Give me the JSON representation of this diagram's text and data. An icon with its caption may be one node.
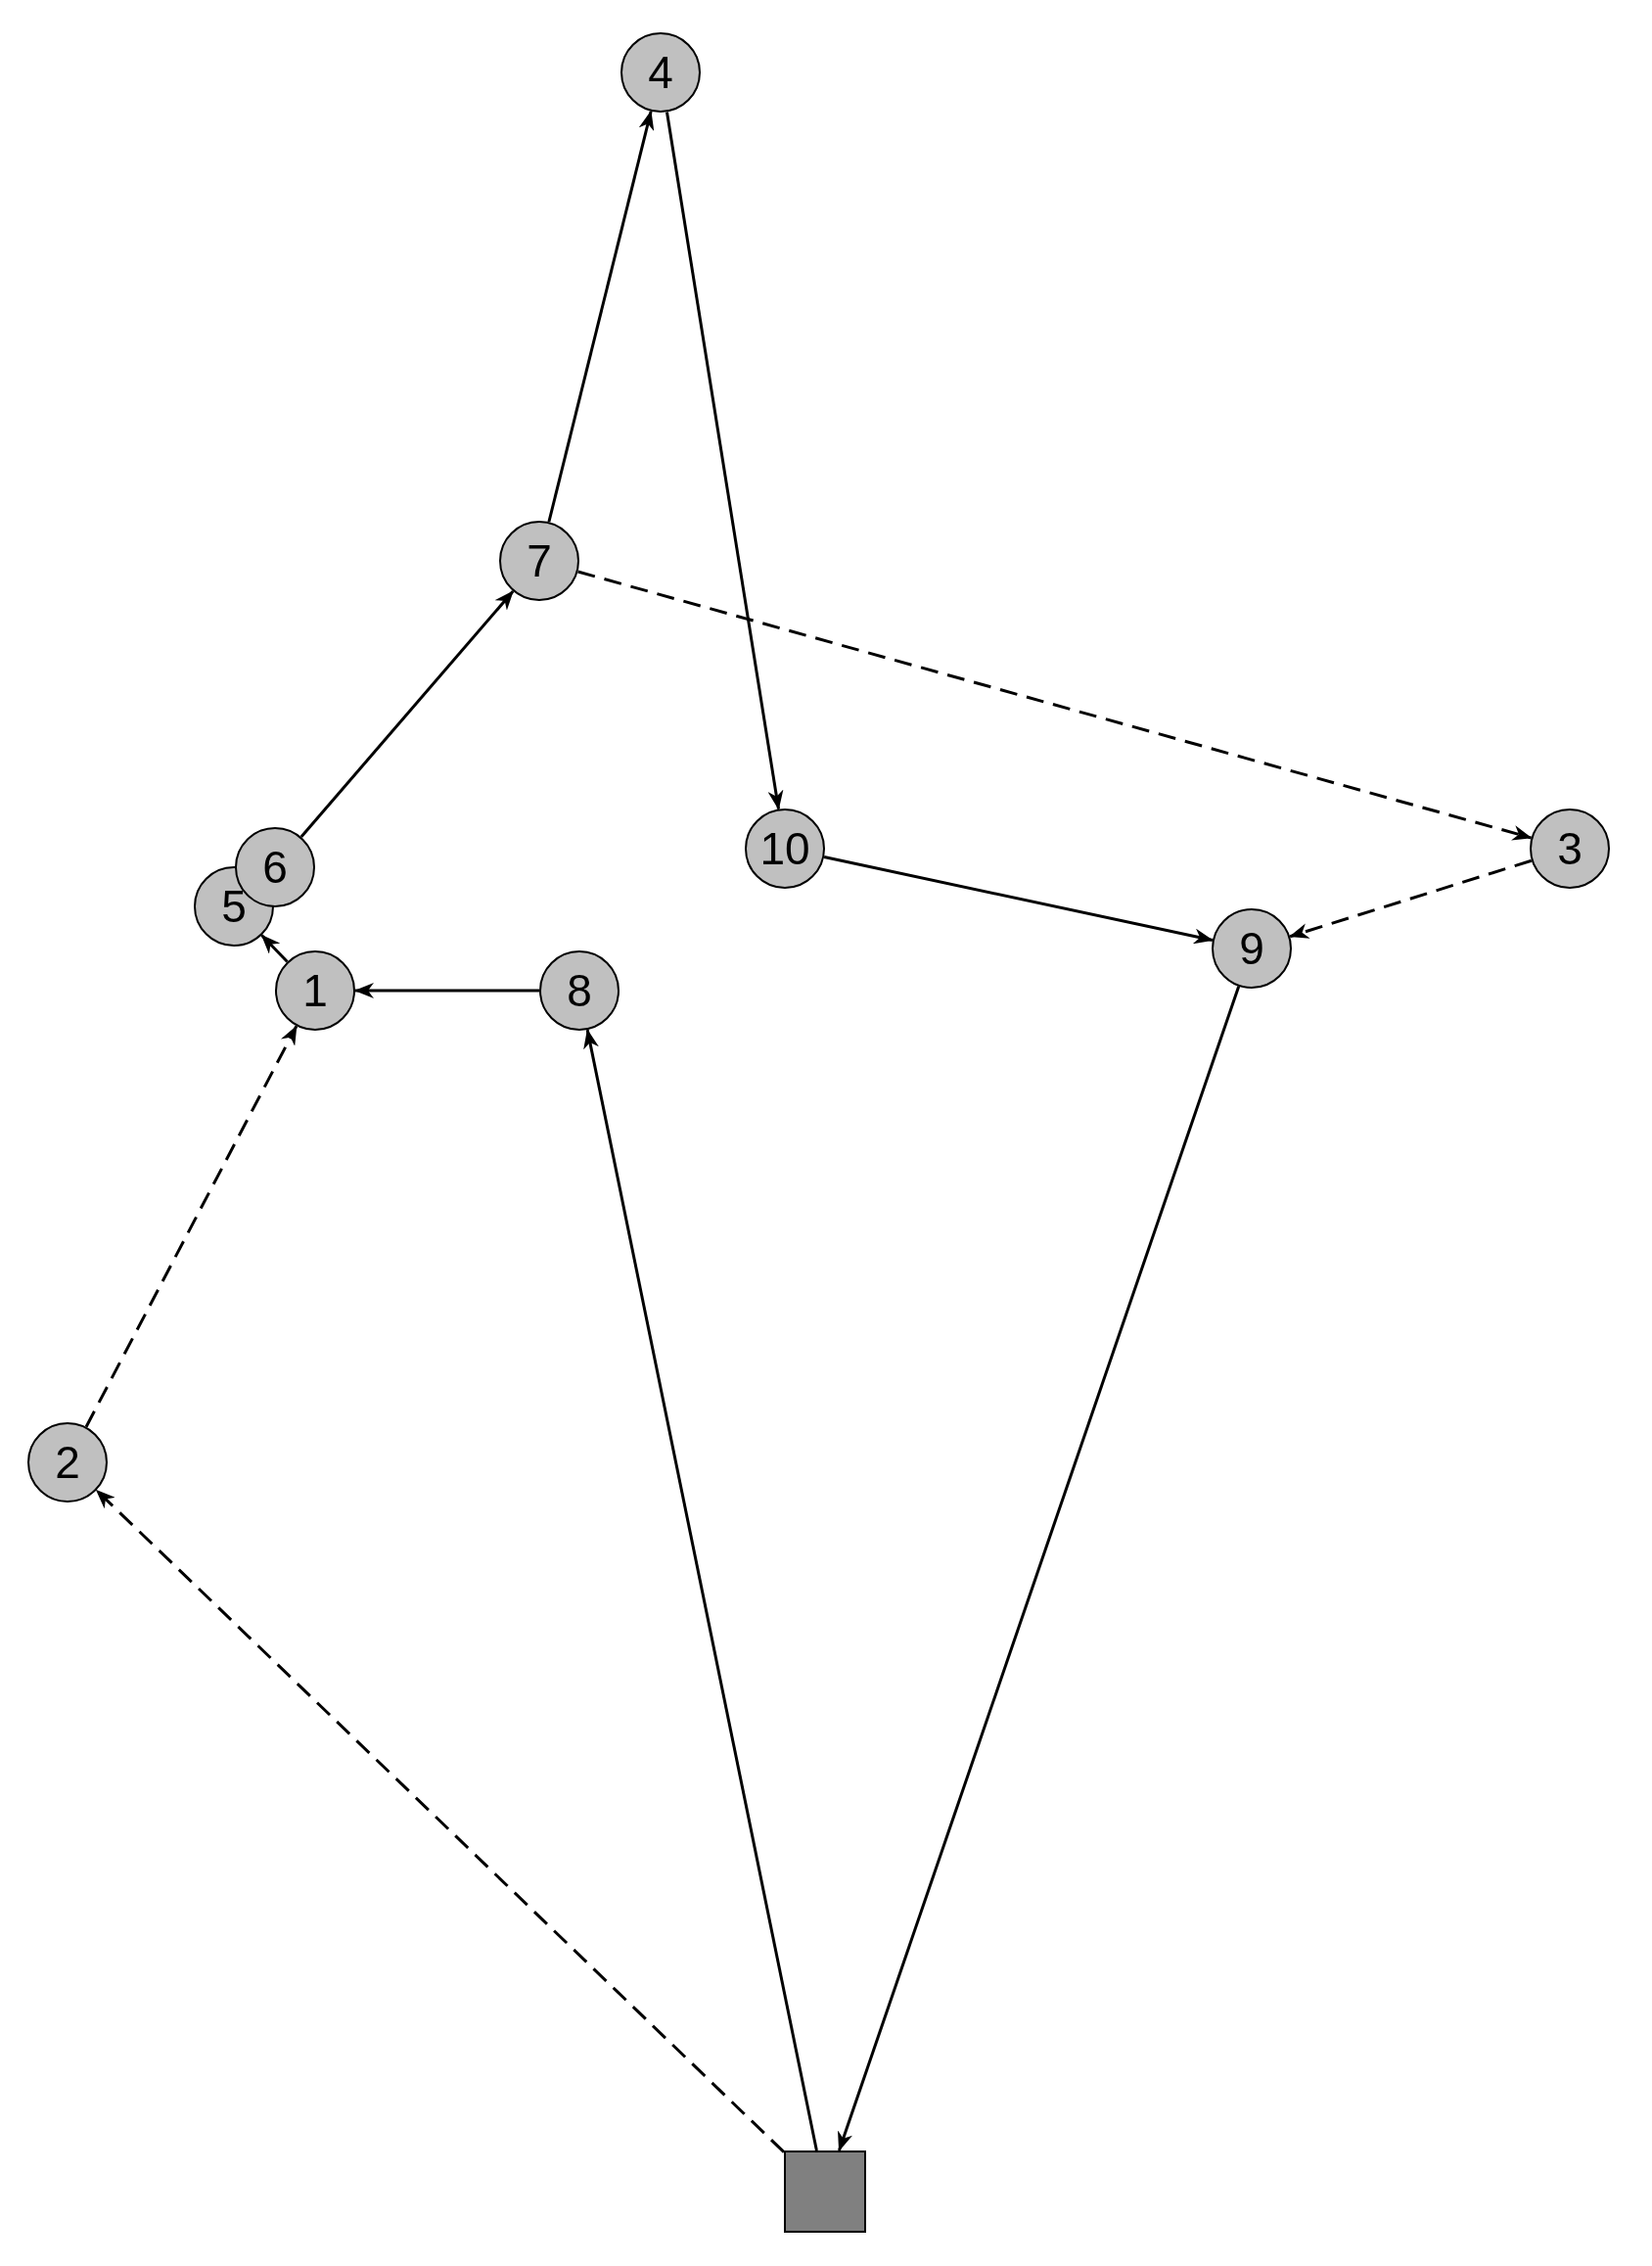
{
  "diagram": {
    "nodes": [
      {
        "text": [
          "4"
        ]
      },
      {
        "text": [
          "7"
        ]
      },
      {
        "text": [
          "10"
        ]
      },
      {
        "text": [
          "3"
        ]
      },
      {
        "text": [
          "6"
        ]
      },
      {
        "text": [
          "5"
        ]
      },
      {
        "text": [
          "9"
        ]
      },
      {
        "text": [
          "1"
        ]
      },
      {
        "text": [
          "8"
        ]
      },
      {
        "text": [
          "2"
        ]
      },
      {
        "text": [],
        "shape": "box"
      }
    ],
    "edges": [
      {
        "from": 1,
        "to": 0,
        "arrow": "to"
      },
      {
        "from": 0,
        "to": 2,
        "arrow": "to"
      },
      {
        "from": 1,
        "to": 3,
        "arrow": "to",
        "style": "dashed"
      },
      {
        "from": 2,
        "to": 6,
        "arrow": "to"
      },
      {
        "from": 3,
        "to": 6,
        "arrow": "to",
        "style": "dashed"
      },
      {
        "from": 4,
        "to": 1,
        "arrow": "to"
      },
      {
        "from": 7,
        "to": 5,
        "arrow": "to"
      },
      {
        "from": 8,
        "to": 7,
        "arrow": "to"
      },
      {
        "from": 9,
        "to": 7,
        "arrow": "to",
        "style": "dashed"
      },
      {
        "from": 10,
        "to": 9,
        "arrow": "to",
        "style": "dashed"
      },
      {
        "from": 10,
        "to": 8,
        "arrow": "to"
      },
      {
        "from": 6,
        "to": 10,
        "arrow": "to"
      }
    ]
  }
}
